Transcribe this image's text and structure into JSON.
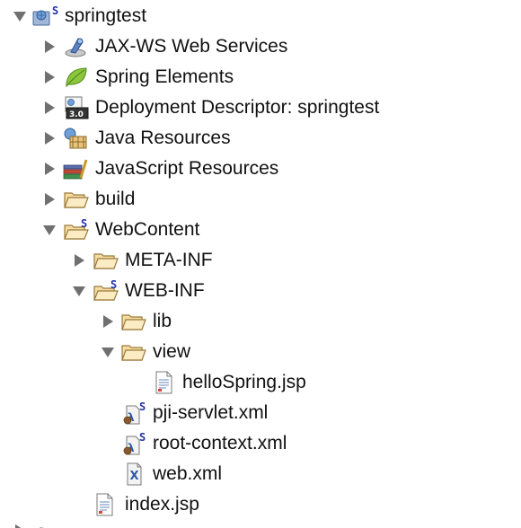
{
  "tree": {
    "items": [
      {
        "label": "springtest",
        "icon": "web-project-icon",
        "expanded": true
      },
      {
        "label": "JAX-WS Web Services",
        "icon": "web-services-icon",
        "expanded": false
      },
      {
        "label": "Spring Elements",
        "icon": "spring-leaf-icon",
        "expanded": false
      },
      {
        "label": "Deployment Descriptor: springtest",
        "icon": "deployment-descriptor-icon",
        "expanded": false
      },
      {
        "label": "Java Resources",
        "icon": "java-resources-icon",
        "expanded": false
      },
      {
        "label": "JavaScript Resources",
        "icon": "javascript-resources-icon",
        "expanded": false
      },
      {
        "label": "build",
        "icon": "folder-icon",
        "expanded": false
      },
      {
        "label": "WebContent",
        "icon": "spring-folder-icon",
        "expanded": true
      },
      {
        "label": "META-INF",
        "icon": "folder-icon",
        "expanded": false
      },
      {
        "label": "WEB-INF",
        "icon": "spring-folder-icon",
        "expanded": true
      },
      {
        "label": "lib",
        "icon": "folder-icon",
        "expanded": false
      },
      {
        "label": "view",
        "icon": "folder-icon",
        "expanded": true
      },
      {
        "label": "helloSpring.jsp",
        "icon": "jsp-file-icon"
      },
      {
        "label": "pji-servlet.xml",
        "icon": "spring-bean-xml-icon"
      },
      {
        "label": "root-context.xml",
        "icon": "spring-bean-xml-icon"
      },
      {
        "label": "web.xml",
        "icon": "xml-file-icon"
      },
      {
        "label": "index.jsp",
        "icon": "jsp-file-icon"
      }
    ]
  }
}
